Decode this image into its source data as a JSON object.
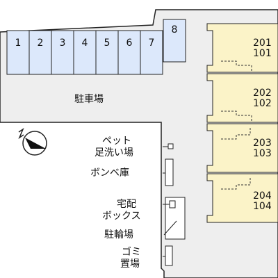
{
  "parking": {
    "label": "駐車場",
    "spaces": [
      "1",
      "2",
      "3",
      "4",
      "5",
      "6",
      "7",
      "8"
    ]
  },
  "units": [
    {
      "upper": "201",
      "lower": "101"
    },
    {
      "upper": "202",
      "lower": "102"
    },
    {
      "upper": "203",
      "lower": "103"
    },
    {
      "upper": "204",
      "lower": "104"
    }
  ],
  "facilities": {
    "pet_wash_line1": "ペット",
    "pet_wash_line2": "足洗い場",
    "gas_cylinder": "ボンベ庫",
    "delivery_box_line1": "宅配",
    "delivery_box_line2": "ボックス",
    "bicycle_parking": "駐輪場",
    "garbage_line1": "ゴミ",
    "garbage_line2": "置場"
  },
  "colors": {
    "parking_space": "#dce8fb",
    "building": "#fbf3c8",
    "site": "#eeeeee",
    "outline": "#222222"
  }
}
